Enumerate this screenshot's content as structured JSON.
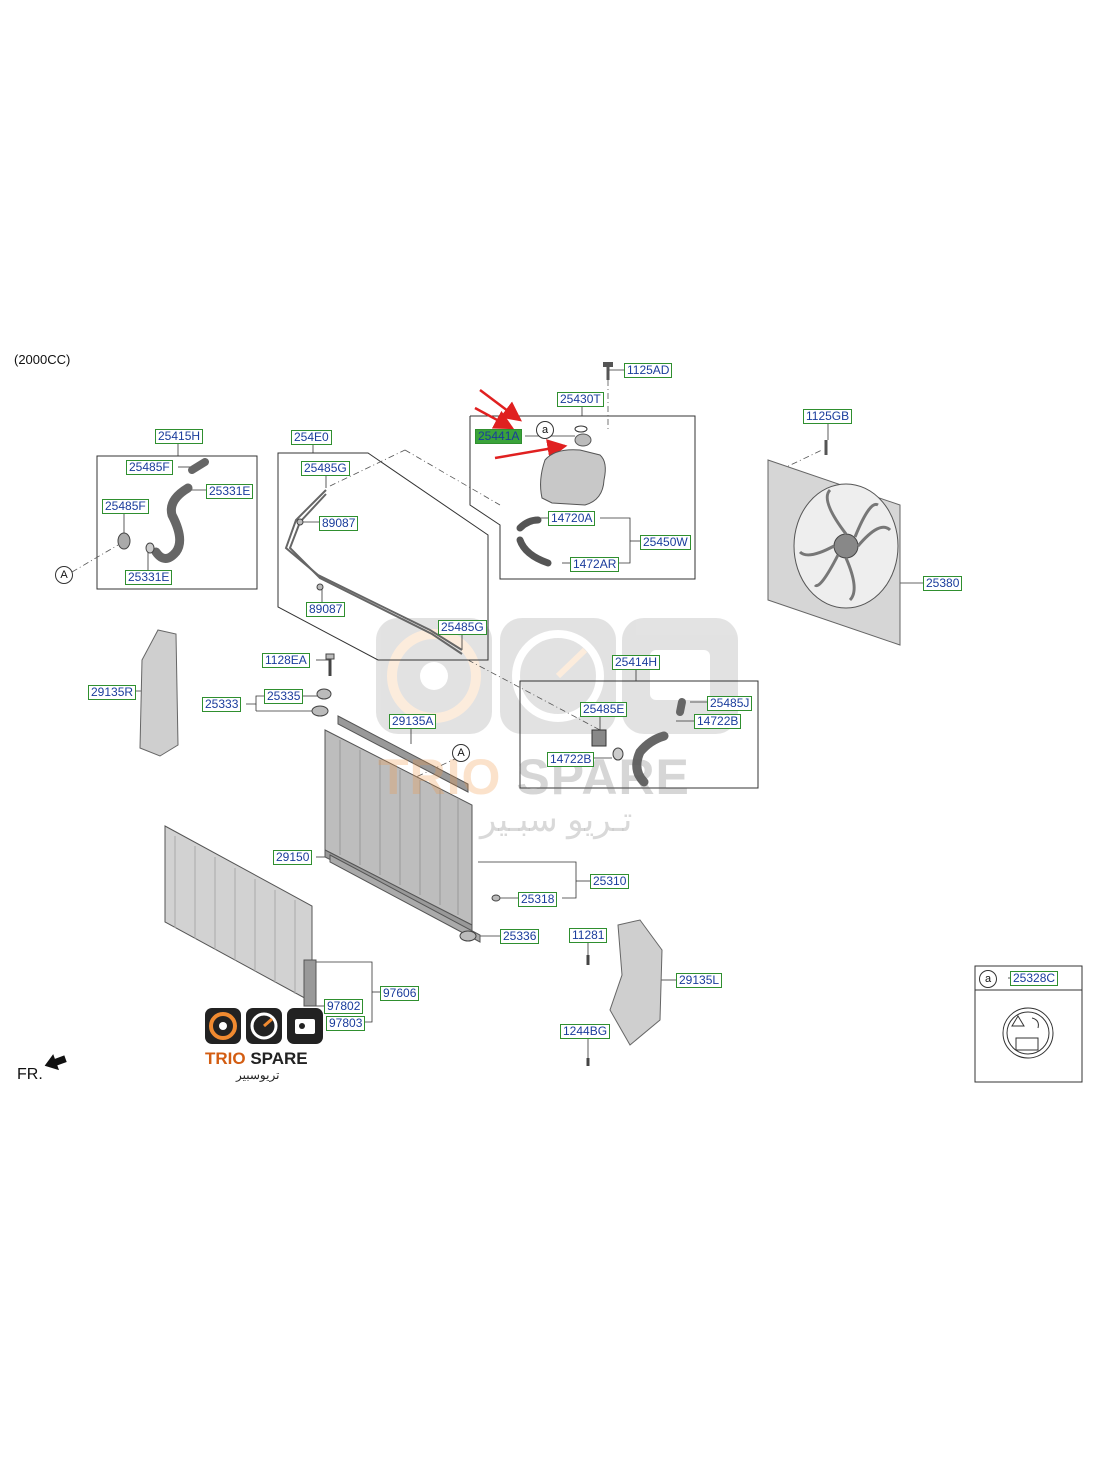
{
  "header": {
    "engine": "(2000CC)"
  },
  "callouts": {
    "a": "a",
    "A": "A"
  },
  "fr": "FR.",
  "parts": {
    "p1125AD": "1125AD",
    "p25430T": "25430T",
    "p25441A": "25441A",
    "p14720A": "14720A",
    "p25450W": "25450W",
    "p1472AR": "1472AR",
    "p1125GB": "1125GB",
    "p25380": "25380",
    "p25415H": "25415H",
    "p25485F_1": "25485F",
    "p25331E_1": "25331E",
    "p25485F_2": "25485F",
    "p25331E_2": "25331E",
    "p254E0": "254E0",
    "p25485G_1": "25485G",
    "p89087_1": "89087",
    "p89087_2": "89087",
    "p25485G_2": "25485G",
    "p29135R": "29135R",
    "p1128EA": "1128EA",
    "p25335": "25335",
    "p25333": "25333",
    "p29135A": "29135A",
    "p25414H": "25414H",
    "p25485J": "25485J",
    "p25485E": "25485E",
    "p14722B_1": "14722B",
    "p14722B_2": "14722B",
    "p29150": "29150",
    "p25310": "25310",
    "p25318": "25318",
    "p25336": "25336",
    "p11281": "11281",
    "p29135L": "29135L",
    "p97606": "97606",
    "p97802": "97802",
    "p97803": "97803",
    "p1244BG": "1244BG",
    "p25328C": "25328C"
  },
  "watermark": {
    "brand_a": "TRIO",
    "brand_b": "SPARE",
    "arabic": "تـريو سبـير"
  },
  "logo": {
    "brand_a": "TRIO",
    "brand_b": " SPARE",
    "arabic": "تريوسبير"
  },
  "colors": {
    "label_border": "#2f8f2f",
    "label_text": "#1a3c9c",
    "highlight": "#3aa33a",
    "arrow": "#e02020",
    "brand_orange": "#d35d12"
  }
}
